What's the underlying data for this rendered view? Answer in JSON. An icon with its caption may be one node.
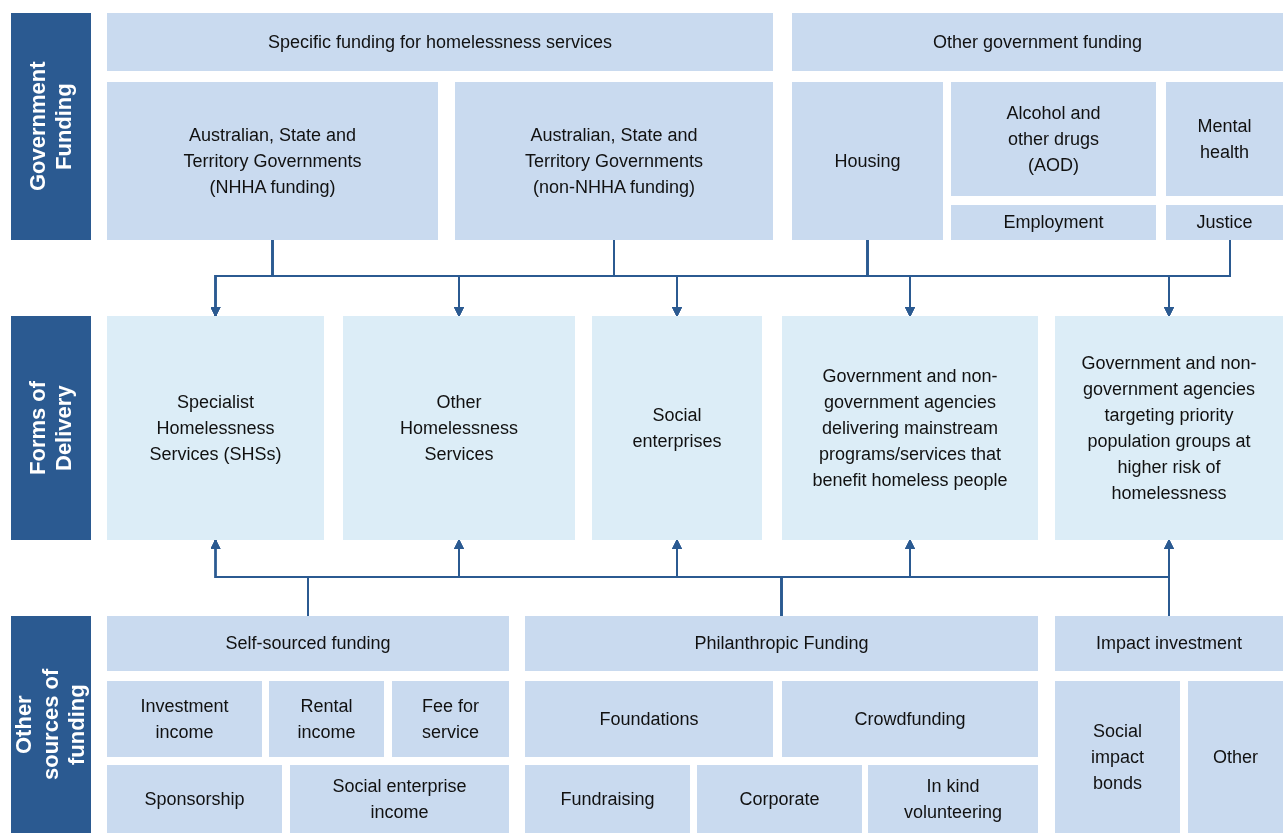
{
  "diagram": {
    "nodes": [
      {
        "text": [
          "Government Funding"
        ]
      },
      {
        "text": [
          "Specific funding for homelessness services"
        ]
      },
      {
        "text": [
          "Other government funding"
        ]
      },
      {
        "text": [
          "Australian, State and Territory Governments (NHHA funding)"
        ]
      },
      {
        "text": [
          "Australian, State and Territory Governments (non-NHHA funding)"
        ]
      },
      {
        "text": [
          "Housing"
        ]
      },
      {
        "text": [
          "Alcohol and other drugs (AOD)"
        ]
      },
      {
        "text": [
          "Mental health"
        ]
      },
      {
        "text": [
          "Employment"
        ]
      },
      {
        "text": [
          "Justice"
        ]
      },
      {
        "text": [
          "Forms of Delivery"
        ]
      },
      {
        "text": [
          "Specialist Homelessness Services (SHSs)"
        ]
      },
      {
        "text": [
          "Other Homelessness Services"
        ]
      },
      {
        "text": [
          "Social enterprises"
        ]
      },
      {
        "text": [
          "Government and non-government agencies delivering mainstream programs/services that benefit homeless people"
        ]
      },
      {
        "text": [
          "Government and non-government agencies targeting priority population groups at higher risk of homelessness"
        ]
      },
      {
        "text": [
          "Other sources of funding"
        ]
      },
      {
        "text": [
          "Self-sourced funding"
        ]
      },
      {
        "text": [
          "Philanthropic Funding"
        ]
      },
      {
        "text": [
          "Impact investment"
        ]
      },
      {
        "text": [
          "Investment income"
        ]
      },
      {
        "text": [
          "Rental income"
        ]
      },
      {
        "text": [
          "Fee for service"
        ]
      },
      {
        "text": [
          "Foundations"
        ]
      },
      {
        "text": [
          "Crowdfunding"
        ]
      },
      {
        "text": [
          "Social impact bonds"
        ]
      },
      {
        "text": [
          "Other"
        ]
      },
      {
        "text": [
          "Sponsorship"
        ]
      },
      {
        "text": [
          "Social enterprise income"
        ]
      },
      {
        "text": [
          "Fundraising"
        ]
      },
      {
        "text": [
          "Corporate"
        ]
      },
      {
        "text": [
          "In kind volunteering"
        ]
      }
    ],
    "edges": [
      {
        "from": 3,
        "to": 11,
        "arrow": "to"
      },
      {
        "from": 3,
        "to": 12,
        "arrow": "to"
      },
      {
        "from": 3,
        "to": 13,
        "arrow": "to"
      },
      {
        "from": 3,
        "to": 14,
        "arrow": "to"
      },
      {
        "from": 3,
        "to": 15,
        "arrow": "to"
      },
      {
        "from": 4,
        "to": 11,
        "arrow": "to"
      },
      {
        "from": 4,
        "to": 12,
        "arrow": "to"
      },
      {
        "from": 4,
        "to": 13,
        "arrow": "to"
      },
      {
        "from": 4,
        "to": 14,
        "arrow": "to"
      },
      {
        "from": 4,
        "to": 15,
        "arrow": "to"
      },
      {
        "from": 5,
        "to": 11,
        "arrow": "to"
      },
      {
        "from": 5,
        "to": 12,
        "arrow": "to"
      },
      {
        "from": 5,
        "to": 13,
        "arrow": "to"
      },
      {
        "from": 5,
        "to": 14,
        "arrow": "to"
      },
      {
        "from": 5,
        "to": 15,
        "arrow": "to"
      },
      {
        "from": 9,
        "to": 11,
        "arrow": "to"
      },
      {
        "from": 9,
        "to": 12,
        "arrow": "to"
      },
      {
        "from": 9,
        "to": 13,
        "arrow": "to"
      },
      {
        "from": 9,
        "to": 14,
        "arrow": "to"
      },
      {
        "from": 9,
        "to": 15,
        "arrow": "to"
      },
      {
        "from": 17,
        "to": 11,
        "arrow": "to"
      },
      {
        "from": 17,
        "to": 12,
        "arrow": "to"
      },
      {
        "from": 17,
        "to": 13,
        "arrow": "to"
      },
      {
        "from": 17,
        "to": 14,
        "arrow": "to"
      },
      {
        "from": 17,
        "to": 15,
        "arrow": "to"
      },
      {
        "from": 18,
        "to": 11,
        "arrow": "to"
      },
      {
        "from": 18,
        "to": 12,
        "arrow": "to"
      },
      {
        "from": 18,
        "to": 13,
        "arrow": "to"
      },
      {
        "from": 18,
        "to": 14,
        "arrow": "to"
      },
      {
        "from": 18,
        "to": 15,
        "arrow": "to"
      },
      {
        "from": 19,
        "to": 11,
        "arrow": "to"
      },
      {
        "from": 19,
        "to": 12,
        "arrow": "to"
      },
      {
        "from": 19,
        "to": 13,
        "arrow": "to"
      },
      {
        "from": 19,
        "to": 14,
        "arrow": "to"
      },
      {
        "from": 19,
        "to": 15,
        "arrow": "to"
      }
    ]
  }
}
